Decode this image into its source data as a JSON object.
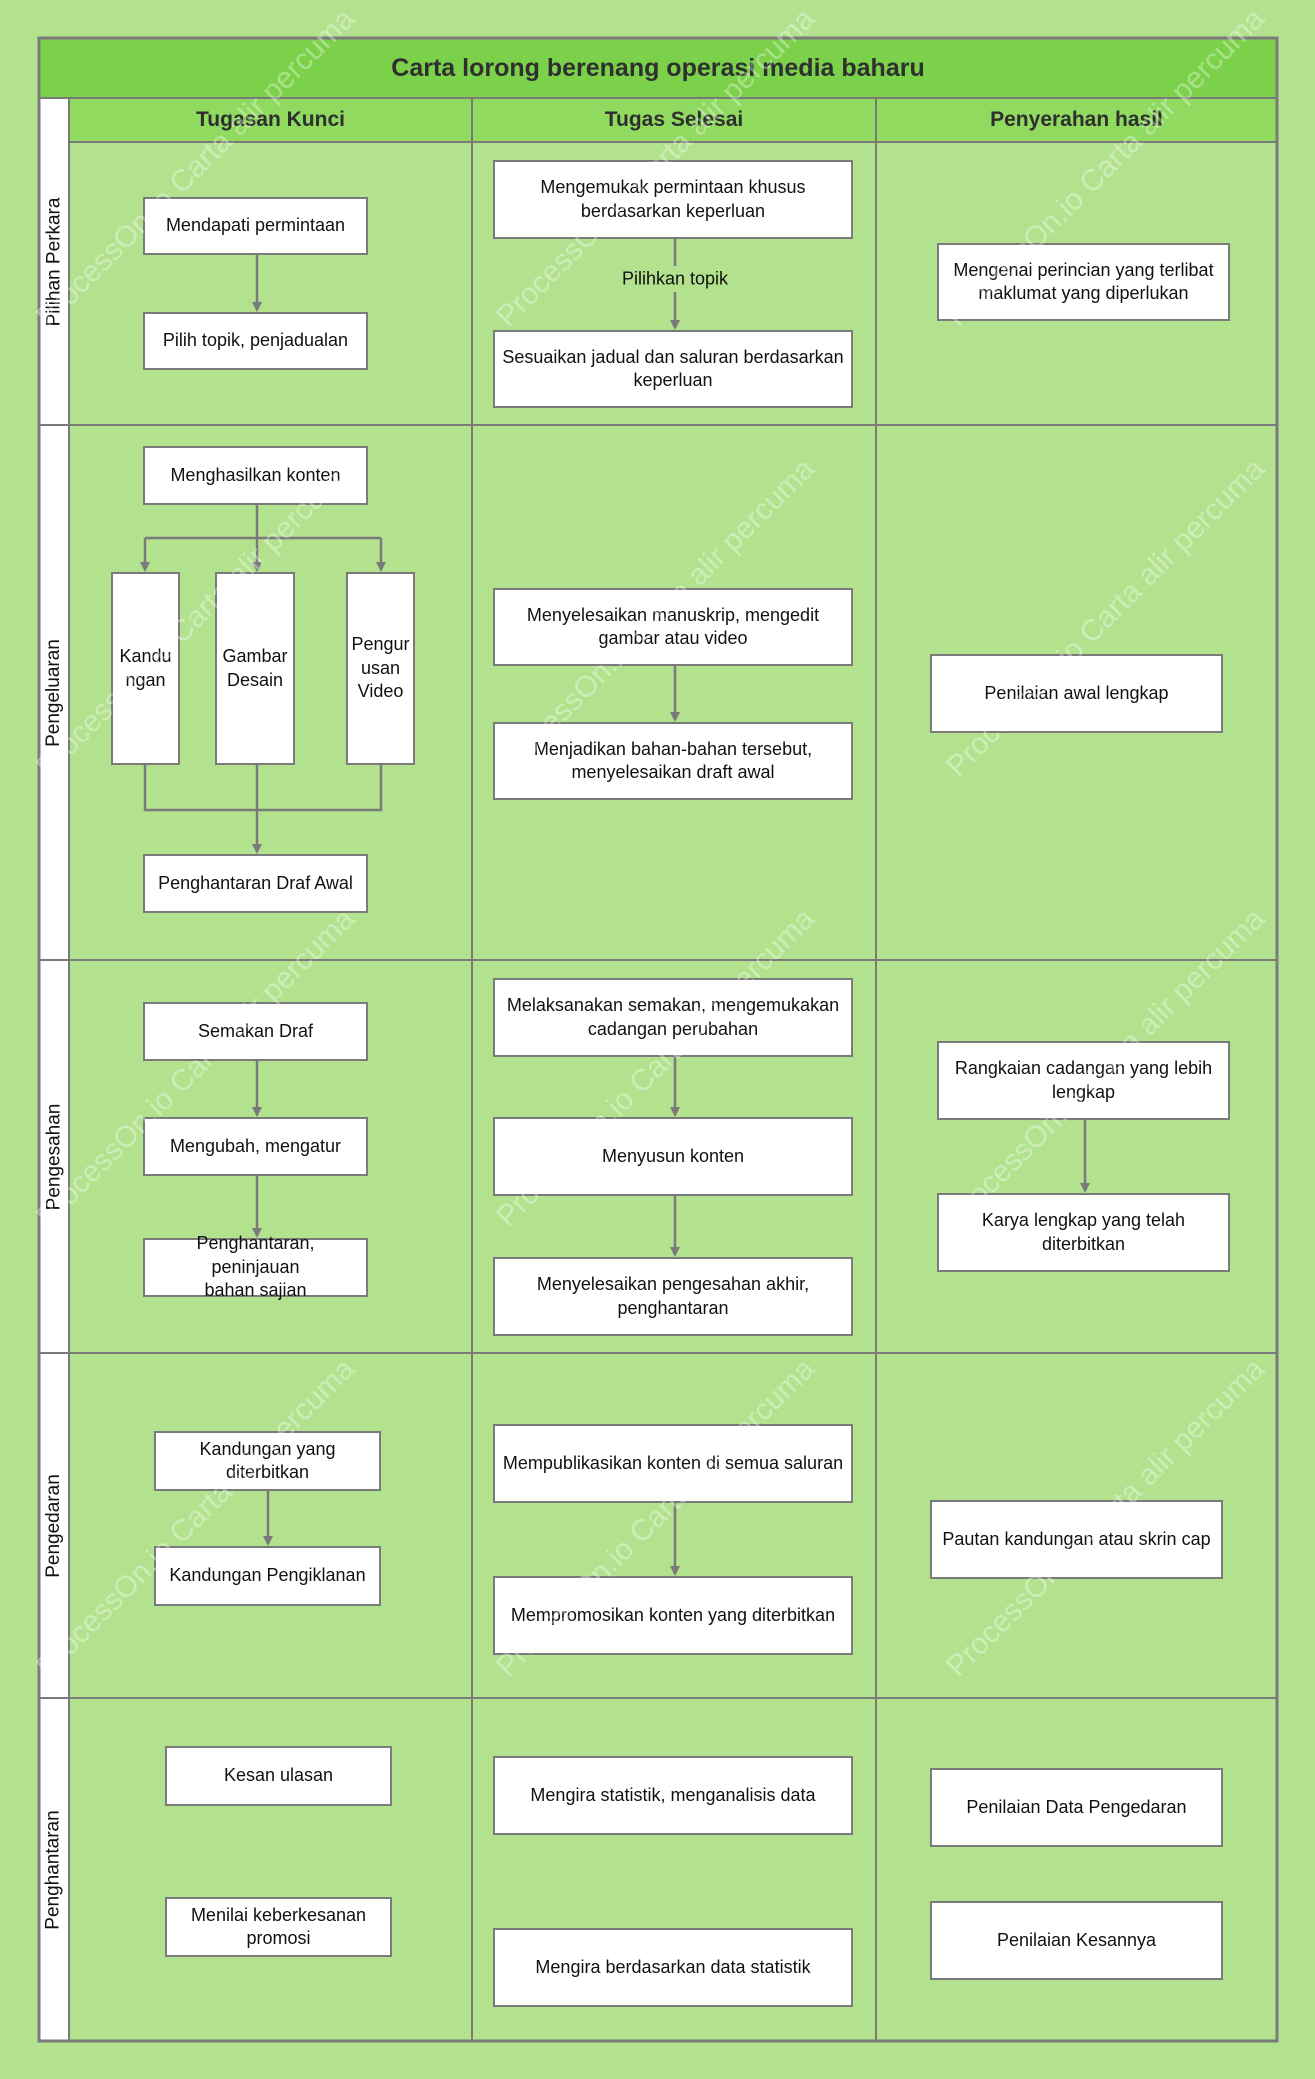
{
  "title": "Carta lorong berenang operasi media baharu",
  "columns": [
    "Tugasan Kunci",
    "Tugas Selesai",
    "Penyerahan hasil"
  ],
  "lanes": [
    "Pilihan Perkara",
    "Pengeluaran",
    "Pengesahan",
    "Pengedaran",
    "Penghantaran"
  ],
  "watermark": "ProcessOn.io Carta alir percuma",
  "edge_label_pilihkan": "Pilihkan topik",
  "nodes": {
    "mendapati": "Mendapati permintaan",
    "pilih_topik": "Pilih topik, penjadualan",
    "mengemukak": "Mengemukak permintaan khusus\nberdasarkan keperluan",
    "sesuaikan": "Sesuaikan jadual dan saluran berdasarkan\nkeperluan",
    "mengenai": "Mengenai perincian yang terlibat\nmaklumat yang diperlukan",
    "menghasilkan": "Menghasilkan konten",
    "kandungan": "Kandu\nngan",
    "gambar": "Gambar\nDesain",
    "pengurusan": "Pengur\nusan\nVideo",
    "draf_awal": "Penghantaran Draf Awal",
    "menyelesaikan_manuskrip": "Menyelesaikan manuskrip, mengedit\ngambar atau video",
    "menjadikan": "Menjadikan bahan-bahan tersebut,\nmenyelesaikan draft awal",
    "penilaian_awal": "Penilaian awal lengkap",
    "semakan_draf": "Semakan Draf",
    "mengubah": "Mengubah, mengatur",
    "penghantaran_peninjauan": "Penghantaran, peninjauan\nbahan sajian",
    "melaksanakan": "Melaksanakan semakan, mengemukakan\ncadangan perubahan",
    "menyusun": "Menyusun konten",
    "pengesahan_akhir": "Menyelesaikan pengesahan akhir,\npenghantaran",
    "rangkaian": "Rangkaian cadangan yang lebih\nlengkap",
    "karya": "Karya lengkap yang telah\nditerbitkan",
    "kandungan_diterbitkan": "Kandungan yang\nditerbitkan",
    "pengiklanan": "Kandungan Pengiklanan",
    "mempublikasikan": "Mempublikasikan konten di semua saluran",
    "mempromosikan": "Mempromosikan konten yang diterbitkan",
    "pautan": "Pautan kandungan atau skrin cap",
    "kesan_ulasan": "Kesan ulasan",
    "menilai": "Menilai keberkesanan\npromosi",
    "mengira_statistik": "Mengira statistik, menganalisis data",
    "mengira_data": "Mengira berdasarkan data statistik",
    "penilaian_data": "Penilaian Data Pengedaran",
    "penilaian_kesan": "Penilaian Kesannya"
  },
  "colors": {
    "background": "#b3e28f",
    "title_bar": "#7bd24a",
    "header_bar": "#8fda5f",
    "border": "#7a7a7a",
    "box_fill": "#ffffff"
  }
}
